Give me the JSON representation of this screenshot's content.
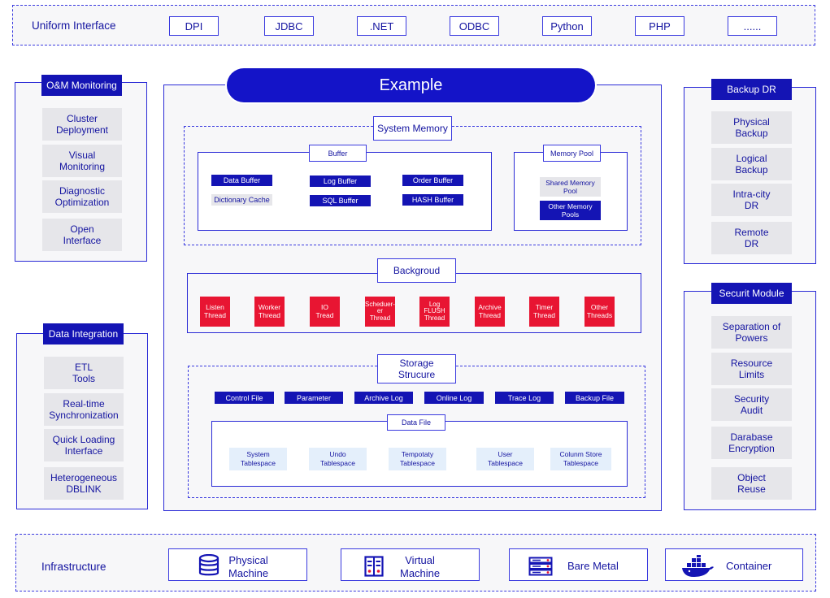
{
  "uniform": {
    "title": "Uniform Interface",
    "items": [
      "DPI",
      "JDBC",
      ".NET",
      "ODBC",
      "Python",
      "PHP",
      "......"
    ]
  },
  "om": {
    "title": "O&M Monitoring",
    "items": [
      "Cluster\nDeployment",
      "Visual\nMonitoring",
      "Diagnostic\nOptimization",
      "Open\nInterface"
    ]
  },
  "di": {
    "title": "Data Integration",
    "items": [
      "ETL\nTools",
      "Real-time\nSynchronization",
      "Quick Loading\nInterface",
      "Heterogeneous\nDBLINK"
    ]
  },
  "backup": {
    "title": "Backup DR",
    "items": [
      "Physical\nBackup",
      "Logical\nBackup",
      "Intra-city\nDR",
      "Remote\nDR"
    ]
  },
  "security": {
    "title": "Securit Module",
    "items": [
      "Separation of\nPowers",
      "Resource\nLimits",
      "Security\nAudit",
      "Darabase\nEncryption",
      "Object\nReuse"
    ]
  },
  "example": {
    "title": "Example",
    "system_memory": {
      "title": "System Memory",
      "buffer": {
        "title": "Buffer",
        "items": [
          "Data Buffer",
          "Log Buffer",
          "Order Buffer",
          "Dictionary Cache",
          "SQL Buffer",
          "HASH Buffer"
        ]
      },
      "memory_pool": {
        "title": "Memory Pool",
        "items": [
          "Shared Memory\nPool",
          "Other Memory\nPools"
        ]
      }
    },
    "background": {
      "title": "Backgroud",
      "threads": [
        "Listen\nThread",
        "Worker\nThread",
        "IO\nTread",
        "Scheduer-\ner\nThread",
        "Log\nFLUSH\nThread",
        "Archive\nThread",
        "Timer\nThread",
        "Other\nThreads"
      ]
    },
    "storage": {
      "title": "Storage\nStrucure",
      "files": [
        "Control File",
        "Parameter",
        "Archive Log",
        "Online Log",
        "Trace Log",
        "Backup File"
      ],
      "data_file": {
        "title": "Data File",
        "items": [
          "System\nTablespace",
          "Undo\nTablespace",
          "Tempotaty\nTablespace",
          "User\nTablespace",
          "Colunm Store\nTablespace"
        ]
      }
    }
  },
  "infrastructure": {
    "title": "Infrastructure",
    "items": [
      {
        "label": "Physical\nMachine",
        "icon": "database-icon"
      },
      {
        "label": "Virtual\nMachine",
        "icon": "virtual-machine-icon"
      },
      {
        "label": "Bare Metal",
        "icon": "server-rack-icon"
      },
      {
        "label": "Container",
        "icon": "docker-whale-icon"
      }
    ]
  }
}
